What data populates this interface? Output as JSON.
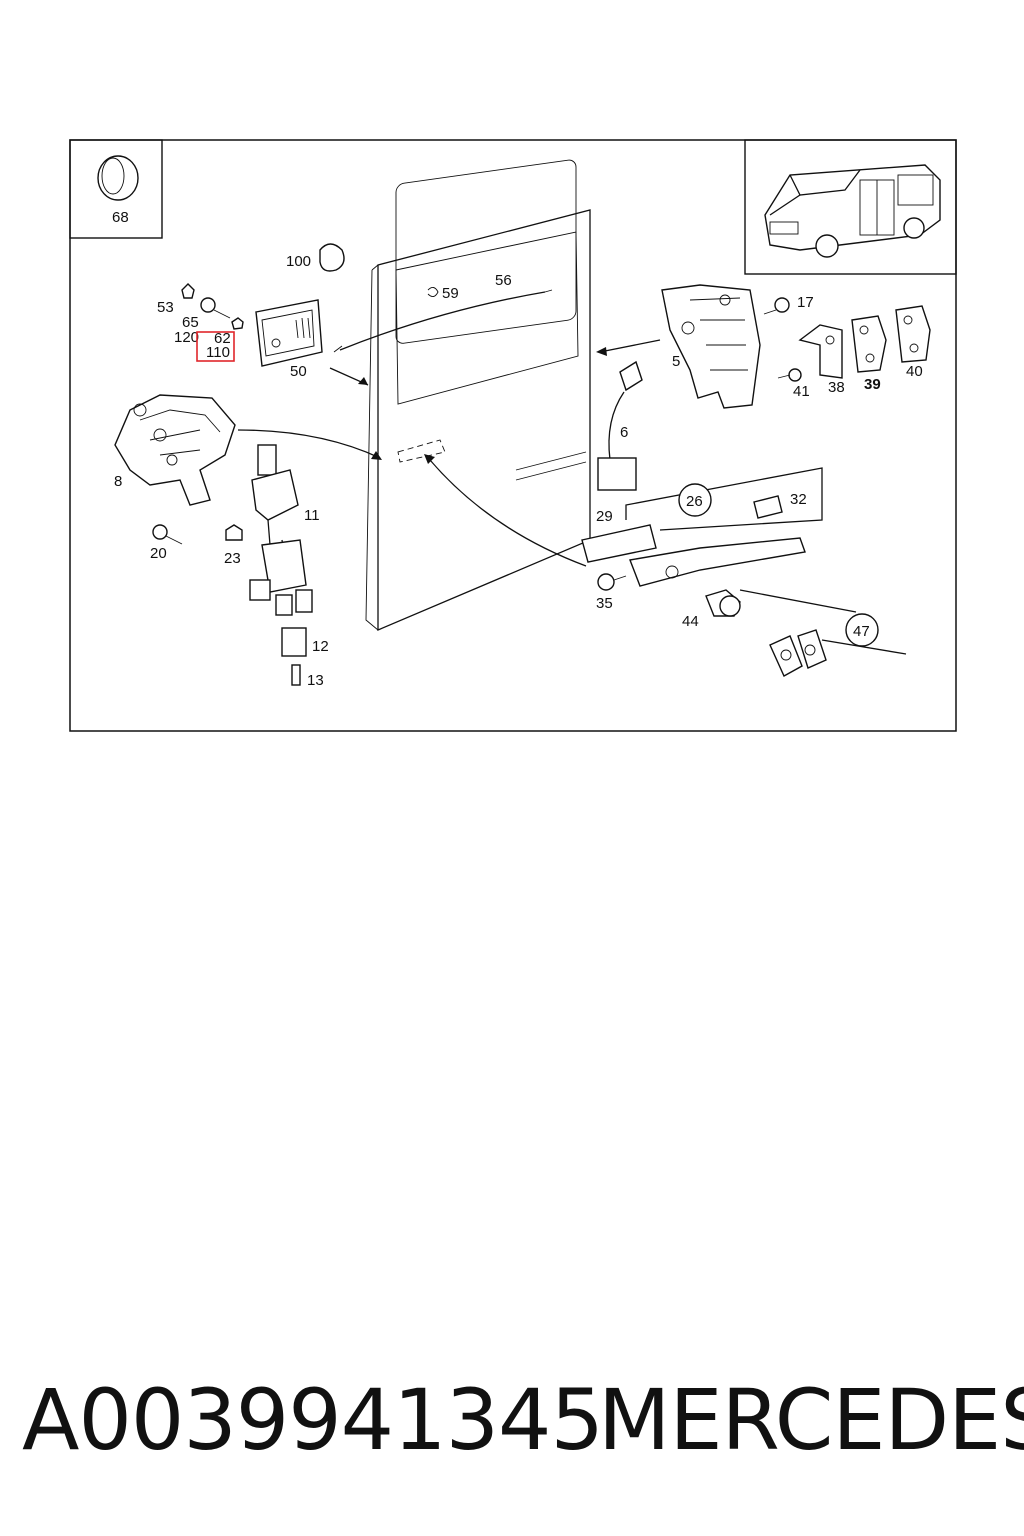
{
  "diagram": {
    "labels": {
      "l68": "68",
      "l100": "100",
      "l59": "59",
      "l56": "56",
      "l53": "53",
      "l65": "65",
      "l120": "120",
      "l62": "62",
      "l110": "110",
      "l50": "50",
      "l17": "17",
      "l5": "5",
      "l41": "41",
      "l38": "38",
      "l39": "39",
      "l40": "40",
      "l6": "6",
      "l8": "8",
      "l11": "11",
      "l20": "20",
      "l23": "23",
      "l26": "26",
      "l32": "32",
      "l29": "29",
      "l35": "35",
      "l44": "44",
      "l47": "47",
      "l12": "12",
      "l13": "13"
    },
    "highlight_color": "#e0262b"
  },
  "caption": {
    "part_number": "A0039941345",
    "brand": "MERCEDES"
  }
}
